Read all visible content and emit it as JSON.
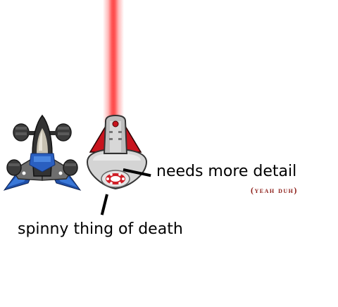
{
  "notes": {
    "detail": "needs more detail",
    "aside": "(yeah duh)",
    "spinner": "spinny thing of death"
  },
  "colors": {
    "background": "#ffffff",
    "laser": "#ff4a4a",
    "enemy_red": "#c8141e",
    "aside_text": "#8b1a14",
    "player_trim": "#2a5fc0"
  },
  "sprites": {
    "player": "player-fighter-ship",
    "enemy": "enemy-saucer-ship"
  }
}
